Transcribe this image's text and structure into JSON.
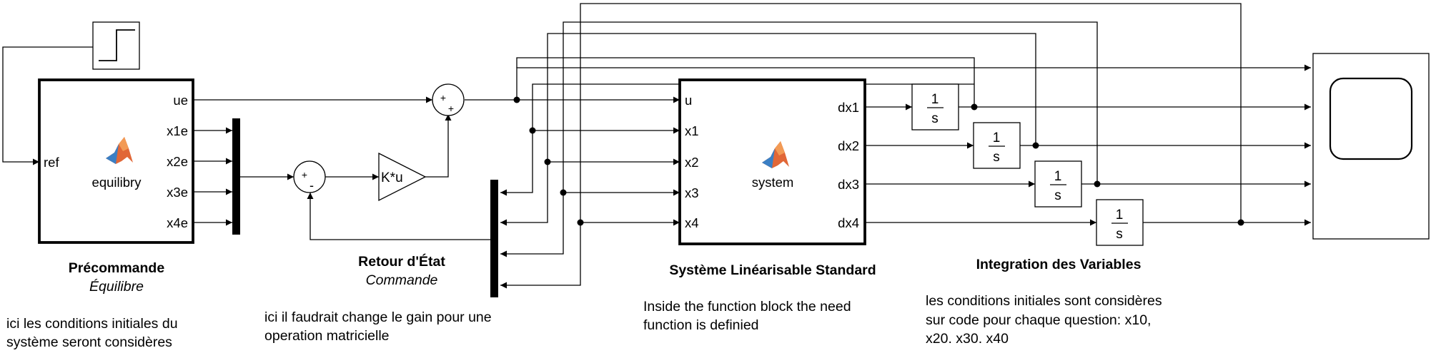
{
  "blocks": {
    "step": {
      "icon": "step-icon"
    },
    "precommande": {
      "name": "equilibry",
      "icon": "matlab-logo",
      "input_port": "ref",
      "output_ports": [
        "ue",
        "x1e",
        "x2e",
        "x3e",
        "x4e"
      ]
    },
    "sum_feedback": {
      "signs": [
        "+",
        "-"
      ]
    },
    "gain": {
      "label": "K*u"
    },
    "sum_input": {
      "signs": [
        "+",
        "+"
      ]
    },
    "system": {
      "name": "system",
      "icon": "matlab-logo",
      "input_ports": [
        "u",
        "x1",
        "x2",
        "x3",
        "x4"
      ],
      "output_ports": [
        "dx1",
        "dx2",
        "dx3",
        "dx4"
      ]
    },
    "integrators": [
      {
        "num": "1",
        "den": "s"
      },
      {
        "num": "1",
        "den": "s"
      },
      {
        "num": "1",
        "den": "s"
      },
      {
        "num": "1",
        "den": "s"
      }
    ],
    "scope": {
      "icon": "scope-icon"
    }
  },
  "captions": {
    "precommande": {
      "title": "Précommande",
      "subtitle": "Équilibre"
    },
    "retour": {
      "title": "Retour d'État",
      "subtitle": "Commande"
    },
    "system": {
      "title": "Système Linéarisable Standard"
    },
    "integration": {
      "title": "Integration des Variables"
    }
  },
  "notes": {
    "precommande": [
      "ici les conditions initiales du",
      "système seront considères"
    ],
    "retour": [
      "ici il faudrait change le gain pour une",
      "operation matricielle"
    ],
    "system": [
      "Inside the function block the need",
      "function is definied"
    ],
    "integration": [
      "les conditions initiales sont considères",
      "sur code pour chaque question: x10,",
      "x20. x30. x40"
    ]
  },
  "colors": {
    "line": "#000000",
    "background": "#ffffff",
    "matlab_orange": "#e16737",
    "matlab_blue": "#3b7fc4"
  }
}
